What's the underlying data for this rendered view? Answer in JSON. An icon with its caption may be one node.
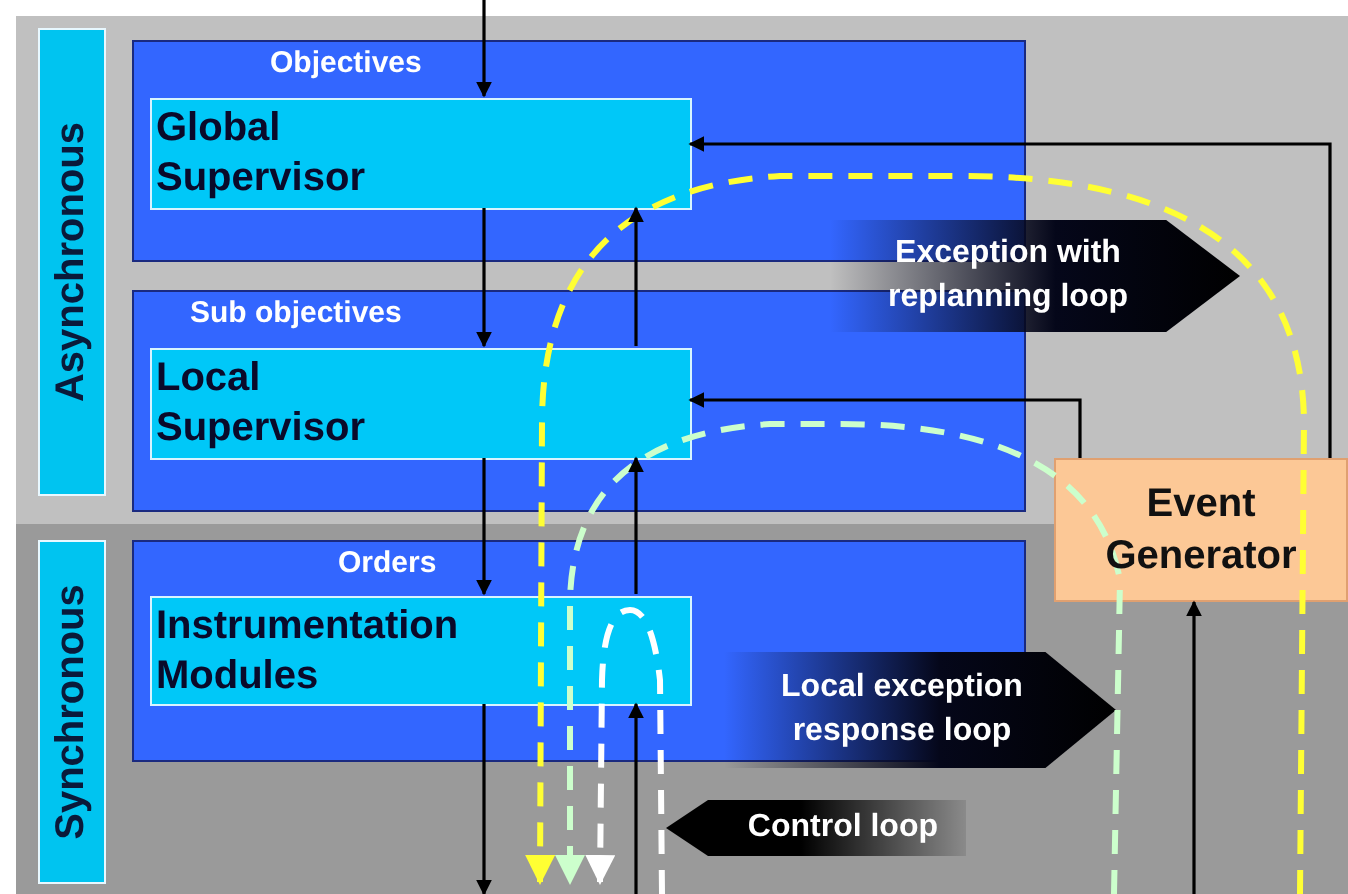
{
  "diagram": {
    "nodes": [
      {
        "text": [
          "Asynchronous"
        ]
      },
      {
        "text": [
          "Objectives"
        ]
      },
      {
        "text": [
          "Global Supervisor"
        ],
        "in": 1
      },
      {
        "text": [
          "Sub objectives"
        ]
      },
      {
        "text": [
          "Local Supervisor"
        ],
        "in": 3
      },
      {
        "text": [
          "Exception with replanning loop"
        ]
      },
      {
        "text": [
          "Event Generator"
        ]
      },
      {
        "text": [
          "Synchronous"
        ]
      },
      {
        "text": [
          "Orders"
        ]
      },
      {
        "text": [
          "Instrumentation Modules"
        ],
        "in": 8
      },
      {
        "text": [
          "Local exception response loop"
        ]
      },
      {
        "text": [
          "Control loop"
        ]
      }
    ],
    "edges": [
      {
        "from": null,
        "to": 2,
        "arrow": "to"
      },
      {
        "from": 2,
        "to": 4,
        "arrow": "to"
      },
      {
        "from": 4,
        "to": 9,
        "arrow": "to"
      },
      {
        "from": 9,
        "to": null,
        "arrow": "to"
      },
      {
        "from": 4,
        "to": 2,
        "arrow": "to"
      },
      {
        "from": 9,
        "to": 4,
        "arrow": "to"
      },
      {
        "from": null,
        "to": 9,
        "arrow": "to"
      },
      {
        "from": 6,
        "to": 2,
        "arrow": "to"
      },
      {
        "from": 6,
        "to": 4,
        "arrow": "to"
      },
      {
        "from": null,
        "to": 6,
        "arrow": "to"
      }
    ]
  }
}
